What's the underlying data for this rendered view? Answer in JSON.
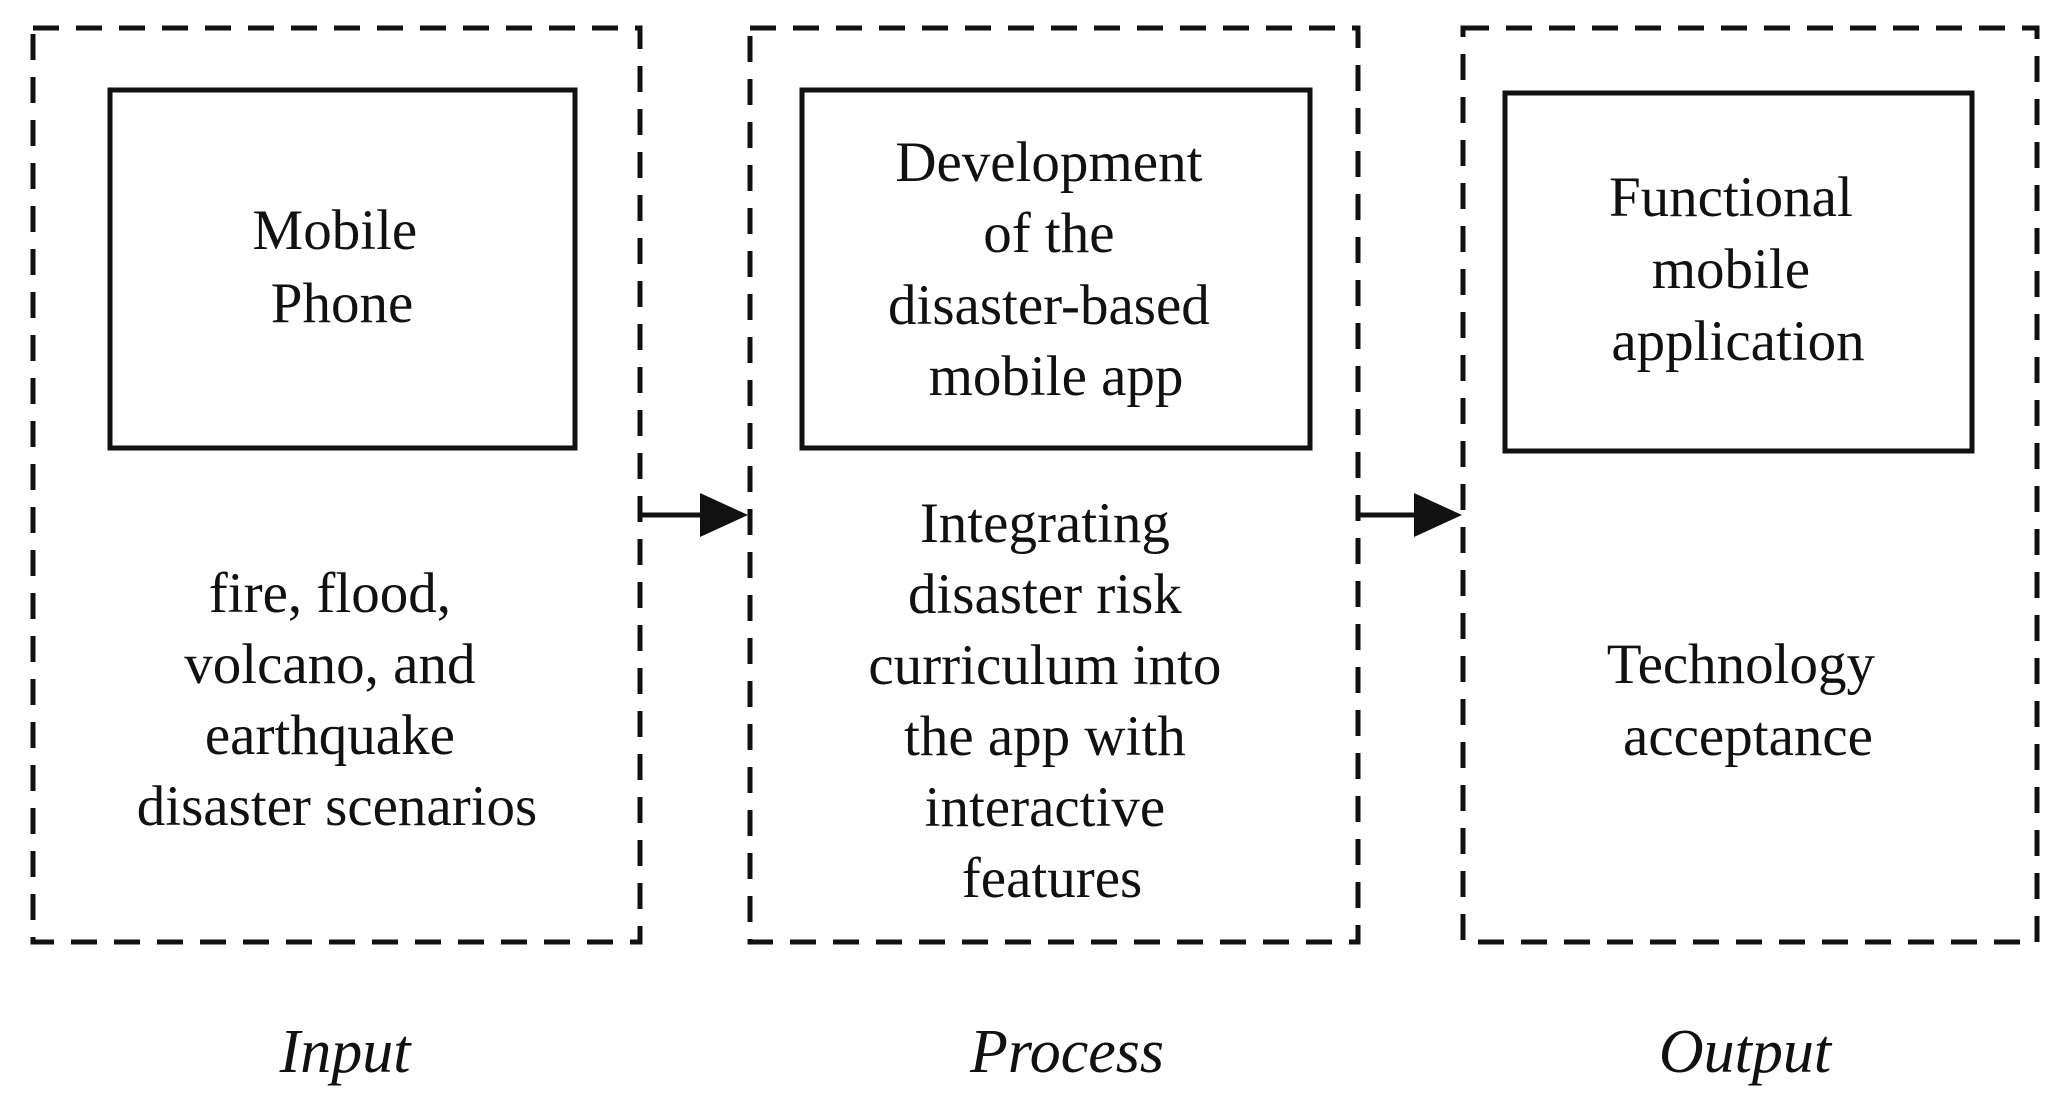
{
  "columns": [
    {
      "id": "input",
      "box_lines": [
        "Mobile",
        "Phone"
      ],
      "desc_lines": [
        "fire, flood,",
        "volcano, and",
        "earthquake",
        "disaster scenarios"
      ],
      "label": "Input"
    },
    {
      "id": "process",
      "box_lines": [
        "Development",
        "of the",
        "disaster-based",
        "mobile app"
      ],
      "desc_lines": [
        "Integrating",
        "disaster risk",
        "curriculum into",
        "the app with",
        "interactive",
        "features"
      ],
      "label": "Process"
    },
    {
      "id": "output",
      "box_lines": [
        "Functional",
        "mobile",
        "application"
      ],
      "desc_lines": [
        "Technology",
        "acceptance"
      ],
      "label": "Output"
    }
  ],
  "colors": {
    "stroke": "#111111",
    "background": "#ffffff"
  }
}
